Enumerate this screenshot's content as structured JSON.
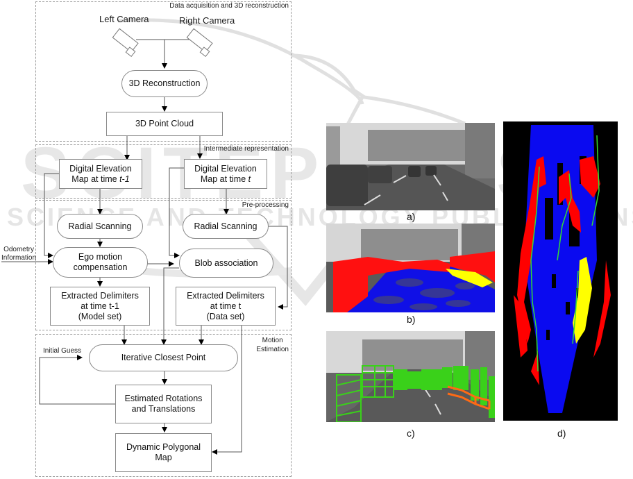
{
  "watermark": {
    "big": "SCITEPRESS",
    "sub": "SCIENCE AND TECHNOLOGY PUBLICATIONS"
  },
  "groups": {
    "acquisition": "Data acquisition and 3D reconstruction",
    "intermediate": "Intermediate representation",
    "preprocessing": "Pre-processing",
    "motion": "Motion\nEstimation"
  },
  "cameras": {
    "left": "Left Camera",
    "right": "Right Camera"
  },
  "nodes": {
    "reconstruction": "3D Reconstruction",
    "point_cloud": "3D Point Cloud",
    "dem_prev_line1": "Digital Elevation",
    "dem_prev_line2": "Map at time ",
    "dem_prev_var": "t-1",
    "dem_curr_line1": "Digital Elevation",
    "dem_curr_line2": "Map at time ",
    "dem_curr_var": "t",
    "radial_left": "Radial Scanning",
    "radial_right": "Radial Scanning",
    "ego_line1": "Ego motion",
    "ego_line2": "compensation",
    "blob": "Blob association",
    "delim_prev_line1": "Extracted Delimiters",
    "delim_prev_line2": "at time t-1",
    "delim_prev_line3": "(Model set)",
    "delim_curr_line1": "Extracted Delimiters",
    "delim_curr_line2": "at time t",
    "delim_curr_line3": "(Data set)",
    "icp": "Iterative Closest Point",
    "est_line1": "Estimated Rotations",
    "est_line2": "and Translations",
    "dpm_line1": "Dynamic Polygonal",
    "dpm_line2": "Map"
  },
  "side_labels": {
    "odometry_line1": "Odometry",
    "odometry_line2": "Information",
    "initial_guess": "Initial Guess"
  },
  "panels": {
    "a": "a)",
    "b": "b)",
    "c": "c)",
    "d": "d)"
  },
  "colors": {
    "obstacle": "#ff0000",
    "road": "#0000ff",
    "curb": "#ffff00",
    "delimiter": "#33cc33",
    "curb_poly": "#ff6600"
  }
}
